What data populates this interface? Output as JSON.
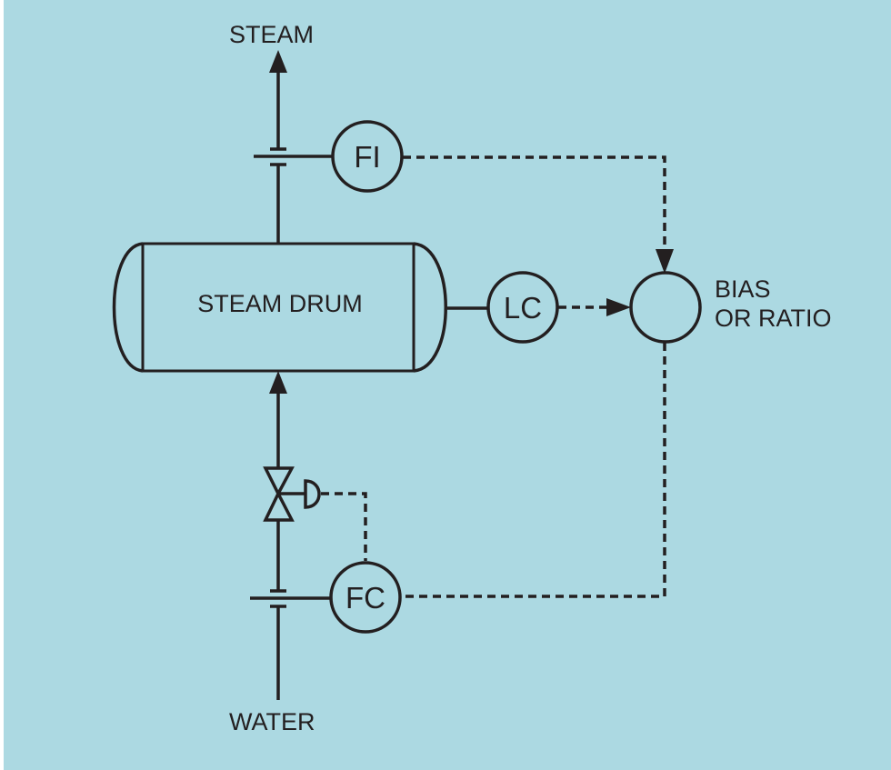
{
  "diagram": {
    "type": "P&ID control loop",
    "background_color": "#acd9e2",
    "line_color": "#231f20",
    "labels": {
      "steam_out": "STEAM",
      "water_in": "WATER",
      "vessel": "STEAM DRUM",
      "bias_line1": "BIAS",
      "bias_line2": "OR RATIO"
    },
    "instruments": {
      "flow_indicator": "FI",
      "level_controller": "LC",
      "flow_controller": "FC",
      "bias_ratio_relay": ""
    },
    "signals": [
      {
        "from": "FI",
        "to": "BIAS OR RATIO",
        "style": "dashed"
      },
      {
        "from": "LC",
        "to": "BIAS OR RATIO",
        "style": "dashed"
      },
      {
        "from": "BIAS OR RATIO",
        "to": "FC",
        "style": "dashed"
      },
      {
        "from": "FC",
        "to": "control valve",
        "style": "dashed"
      }
    ],
    "process_lines": [
      {
        "from": "STEAM DRUM",
        "to": "STEAM",
        "style": "solid"
      },
      {
        "from": "WATER",
        "to": "STEAM DRUM",
        "style": "solid"
      }
    ]
  }
}
